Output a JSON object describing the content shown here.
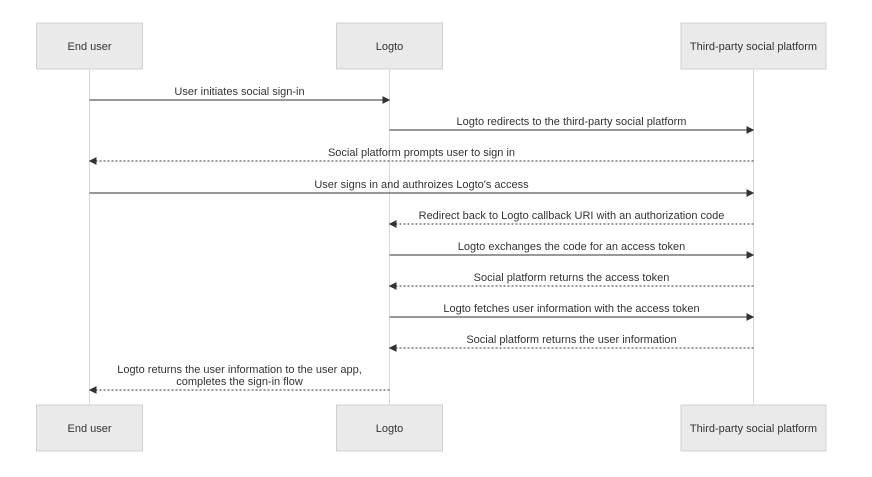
{
  "diagram": {
    "type": "sequence",
    "participants": [
      {
        "id": "end_user",
        "label": "End user"
      },
      {
        "id": "logto",
        "label": "Logto"
      },
      {
        "id": "platform",
        "label": "Third-party social platform"
      }
    ],
    "messages": [
      {
        "from": "end_user",
        "to": "logto",
        "style": "solid",
        "lines": [
          "User initiates social sign-in"
        ]
      },
      {
        "from": "logto",
        "to": "platform",
        "style": "solid",
        "lines": [
          "Logto redirects to the third-party social platform"
        ]
      },
      {
        "from": "platform",
        "to": "end_user",
        "style": "dashed",
        "lines": [
          "Social platform prompts user to sign in"
        ]
      },
      {
        "from": "end_user",
        "to": "platform",
        "style": "solid",
        "lines": [
          "User signs in and authroizes Logto's access"
        ]
      },
      {
        "from": "platform",
        "to": "logto",
        "style": "dashed",
        "lines": [
          "Redirect back to Logto callback URI with an authorization code"
        ]
      },
      {
        "from": "logto",
        "to": "platform",
        "style": "solid",
        "lines": [
          "Logto exchanges the code for an access token"
        ]
      },
      {
        "from": "platform",
        "to": "logto",
        "style": "dashed",
        "lines": [
          "Social platform returns the access token"
        ]
      },
      {
        "from": "logto",
        "to": "platform",
        "style": "solid",
        "lines": [
          "Logto fetches user information with the access token"
        ]
      },
      {
        "from": "platform",
        "to": "logto",
        "style": "dashed",
        "lines": [
          "Social platform returns the user information"
        ]
      },
      {
        "from": "logto",
        "to": "end_user",
        "style": "dashed",
        "lines": [
          "Logto returns the user information to the user app,",
          "completes the sign-in flow"
        ]
      }
    ]
  }
}
